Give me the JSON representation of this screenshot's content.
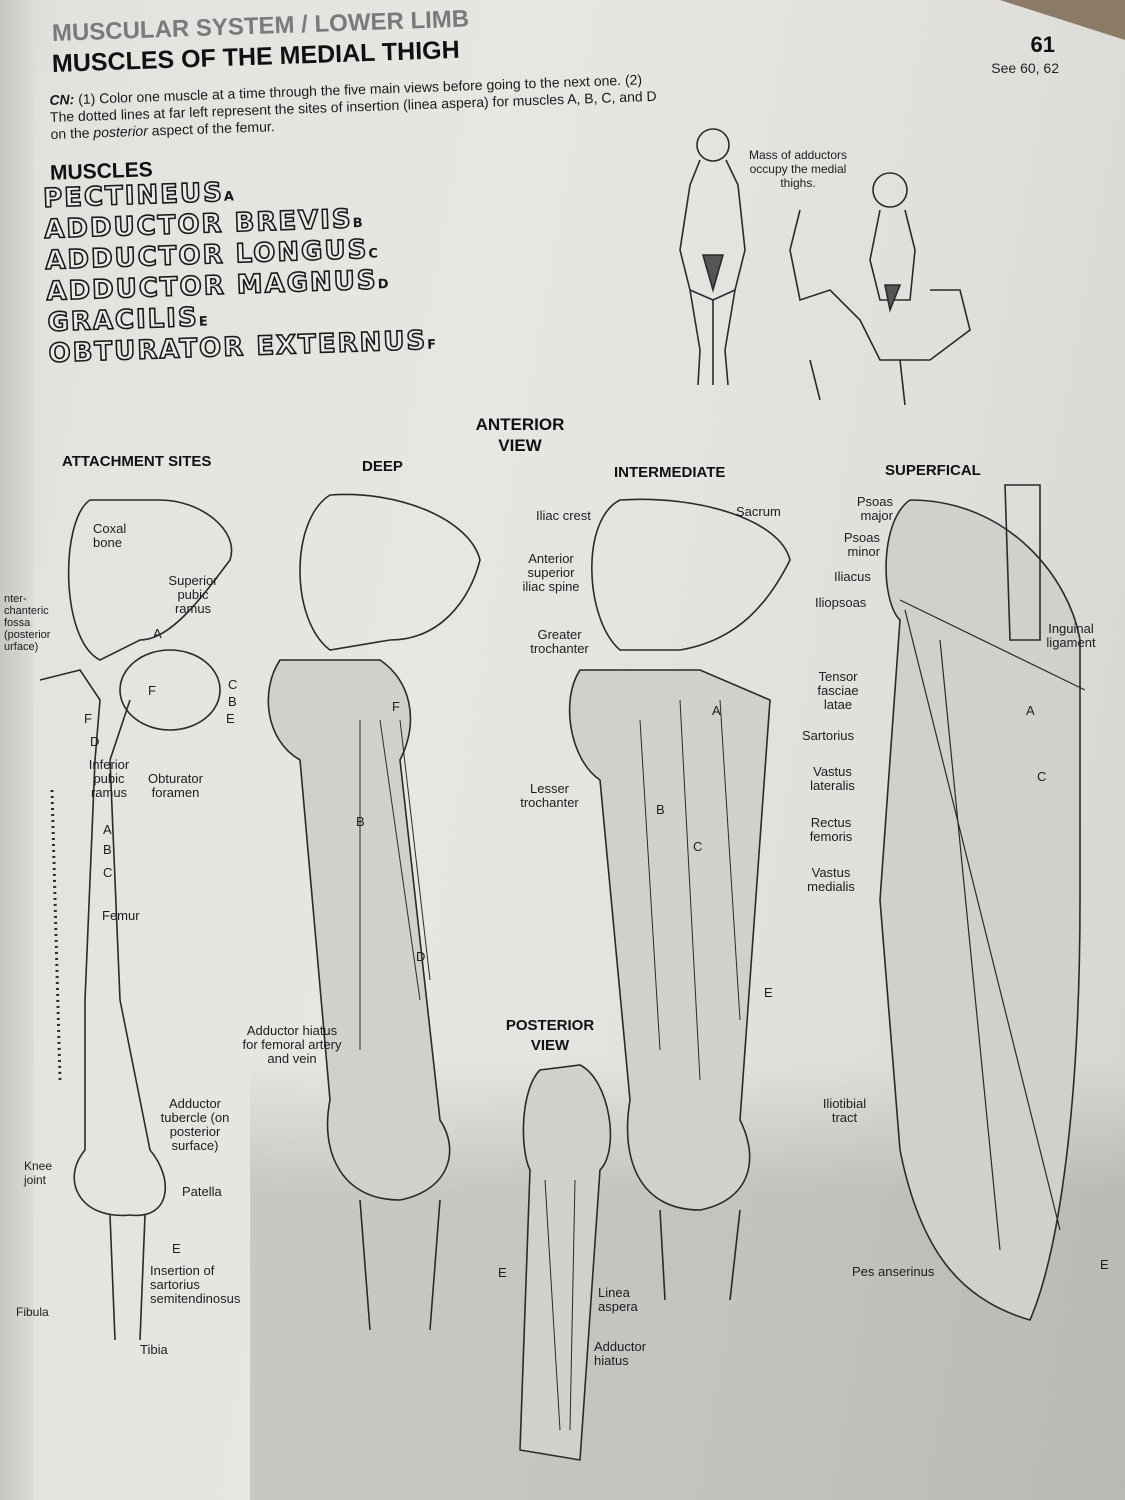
{
  "header": {
    "section": "MUSCULAR SYSTEM / LOWER LIMB",
    "title": "MUSCLES OF THE MEDIAL THIGH",
    "page_number": "61",
    "see_also": "See 60, 62"
  },
  "coloring_notes": {
    "label": "CN:",
    "text": "(1) Color one muscle at a time through the five main views before going to the next one. (2) The dotted lines at far left represent the sites of insertion (linea aspera) for muscles A, B, C, and D on the",
    "italic": "posterior",
    "tail": "aspect of the femur."
  },
  "muscles": {
    "heading": "MUSCLES",
    "items": [
      {
        "name": "PECTINEUS",
        "letter": "A"
      },
      {
        "name": "ADDUCTOR BREVIS",
        "letter": "B"
      },
      {
        "name": "ADDUCTOR LONGUS",
        "letter": "C"
      },
      {
        "name": "ADDUCTOR MAGNUS",
        "letter": "D"
      },
      {
        "name": "GRACILIS",
        "letter": "E"
      },
      {
        "name": "OBTURATOR EXTERNUS",
        "letter": "F"
      }
    ]
  },
  "figure_note": "Mass of adductors occupy the medial thighs.",
  "views": {
    "attachment": "ATTACHMENT SITES",
    "deep": "DEEP",
    "anterior": "ANTERIOR VIEW",
    "intermediate": "INTERMEDIATE",
    "superficial": "SUPERFICAL",
    "posterior": "POSTERIOR VIEW"
  },
  "attachment_labels": {
    "coxal_bone": "Coxal bone",
    "superior_pubic_ramus": "Superior pubic ramus",
    "intertrochanteric": "nter- chanteric fossa (posterior urface)",
    "inferior_pubic_ramus": "Inferior pubic ramus",
    "obturator_foramen": "Obturator foramen",
    "femur": "Femur",
    "adductor_tubercle": "Adductor tubercle (on posterior surface)",
    "knee_joint": "Knee joint",
    "patella": "Patella",
    "insertion": "Insertion of sartorius semitendinosus",
    "fibula": "Fibula",
    "tibia": "Tibia"
  },
  "deep_labels": {
    "adductor_hiatus": "Adductor hiatus for femoral artery and vein"
  },
  "intermediate_labels": {
    "iliac_crest": "Iliac crest",
    "sacrum": "Sacrum",
    "asis": "Anterior superior iliac spine",
    "greater_trochanter": "Greater trochanter",
    "lesser_trochanter": "Lesser trochanter"
  },
  "superficial_labels": {
    "psoas_major": "Psoas major",
    "psoas_minor": "Psoas minor",
    "iliacus": "Iliacus",
    "iliopsoas": "Iliopsoas",
    "inguinal_ligament": "Inguinal ligament",
    "tensor": "Tensor fasciae latae",
    "sartorius": "Sartorius",
    "vastus_lateralis": "Vastus lateralis",
    "rectus_femoris": "Rectus femoris",
    "vastus_medialis": "Vastus medialis",
    "iliotibial": "Iliotibial tract",
    "pes_anserinus": "Pes anserinus"
  },
  "posterior_labels": {
    "linea_aspera": "Linea aspera",
    "adductor_hiatus": "Adductor hiatus"
  },
  "letters": {
    "A": "A",
    "B": "B",
    "C": "C",
    "D": "D",
    "E": "E",
    "F": "F"
  }
}
